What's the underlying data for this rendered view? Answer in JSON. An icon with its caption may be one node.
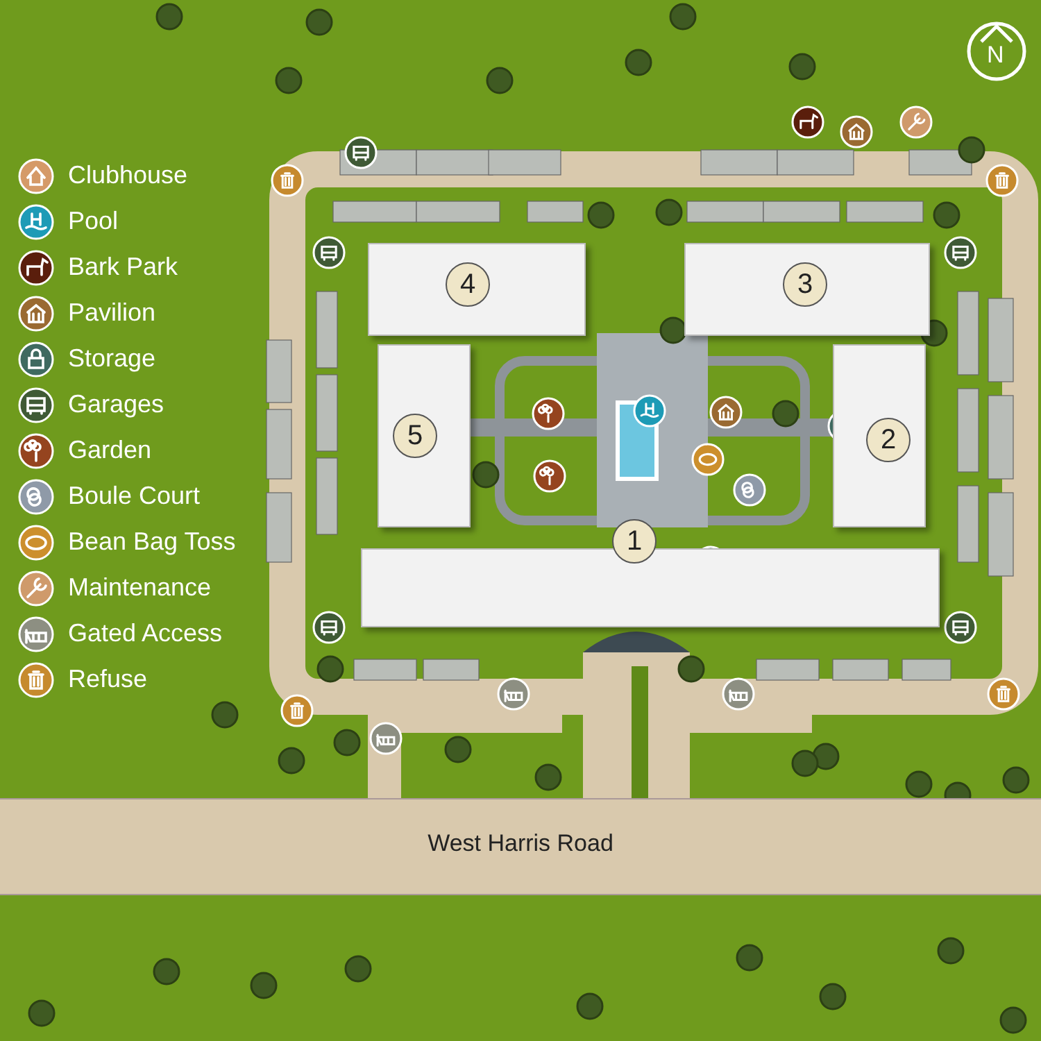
{
  "diagram": {
    "nodes": [
      {
        "text": [
          "4"
        ]
      },
      {
        "text": [
          "3"
        ]
      },
      {
        "text": [
          "5"
        ]
      },
      {
        "text": [
          "2"
        ]
      },
      {
        "text": [
          "1"
        ]
      },
      {
        "text": [
          "West Harris Road"
        ]
      }
    ],
    "labels": [
      "N"
    ],
    "legend": [
      {
        "text": "Clubhouse"
      },
      {
        "text": "Pool"
      },
      {
        "text": "Bark Park"
      },
      {
        "text": "Pavilion"
      },
      {
        "text": "Storage"
      },
      {
        "text": "Garages"
      },
      {
        "text": "Garden"
      },
      {
        "text": "Boule Court"
      },
      {
        "text": "Bean Bag Toss"
      },
      {
        "text": "Maintenance"
      },
      {
        "text": "Gated Access"
      },
      {
        "text": "Refuse"
      }
    ]
  }
}
